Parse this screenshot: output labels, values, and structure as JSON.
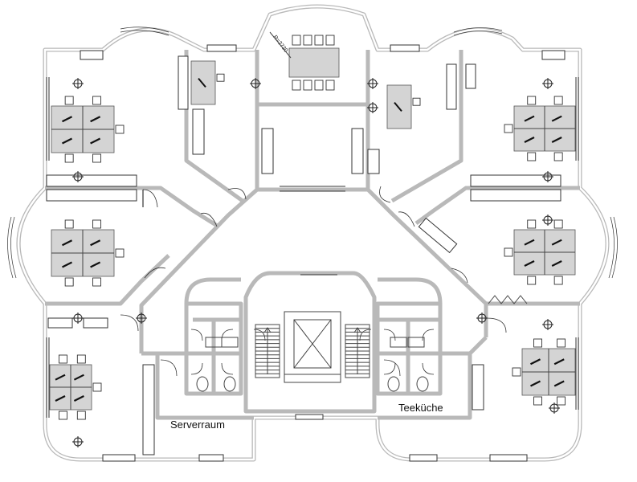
{
  "rooms": {
    "server_room": "Serverraum",
    "tea_kitchen": "Teeküche"
  },
  "annotations": {
    "radius_dimension": "R=3730"
  }
}
